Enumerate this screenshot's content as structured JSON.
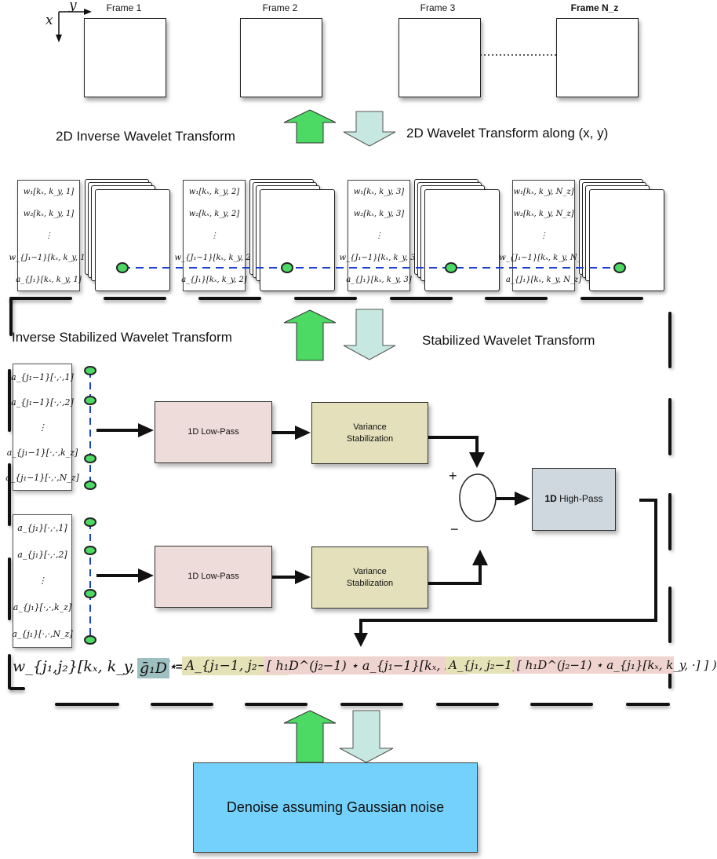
{
  "axes": {
    "x_label": "x",
    "y_label": "y"
  },
  "frames": [
    {
      "title": "Frame 1"
    },
    {
      "title": "Frame 2"
    },
    {
      "title": "Frame 3"
    },
    {
      "title": "Frame N_z"
    }
  ],
  "top_transforms": {
    "inverse_label": "2D Inverse Wavelet Transform",
    "forward_label": "2D Wavelet Transform along (x, y)"
  },
  "coefficient_columns": [
    {
      "rows": [
        "w₁[kₓ, k_y, 1]",
        "w₂[kₓ, k_y, 1]",
        "⋮",
        "w_{J₁−1}[kₓ, k_y, 1]",
        "a_{J₁}[kₓ, k_y, 1]"
      ]
    },
    {
      "rows": [
        "w₁[kₓ, k_y, 2]",
        "w₂[kₓ, k_y, 2]",
        "⋮",
        "w_{J₁−1}[kₓ, k_y, 2]",
        "a_{J₁}[kₓ, k_y, 2]"
      ]
    },
    {
      "rows": [
        "w₁[kₓ, k_y, 3]",
        "w₂[kₓ, k_y, 3]",
        "⋮",
        "w_{J₁−1}[kₓ, k_y, 3]",
        "a_{J₁}[kₓ, k_y, 3]"
      ]
    },
    {
      "rows": [
        "w₁[kₓ, k_y, N_z]",
        "w₂[kₓ, k_y, N_z]",
        "⋮",
        "w_{J₁−1}[kₓ, k_y, N_z]",
        "a_{J₁}[kₓ, k_y, N_z]"
      ]
    }
  ],
  "middle_transforms": {
    "inverse_label": "Inverse Stabilized Wavelet Transform",
    "forward_label": "Stabilized Wavelet Transform"
  },
  "column_upper": {
    "rows": [
      "a_{j₁−1}[·,·,1]",
      "a_{j₁−1}[·,·,2]",
      "⋮",
      "a_{j₁−1}[·,·,k_z]",
      "a_{j₁−1}[·,·,N_z]"
    ]
  },
  "column_lower": {
    "rows": [
      "a_{j₁}[·,·,1]",
      "a_{j₁}[·,·,2]",
      "⋮",
      "a_{j₁}[·,·,k_z]",
      "a_{j₁}[·,·,N_z]"
    ]
  },
  "blocks": {
    "lowpass_upper": "1D Low-Pass",
    "varstab_upper_line1": "Variance",
    "varstab_upper_line2": "Stabilization",
    "lowpass_lower": "1D Low-Pass",
    "varstab_lower_line1": "Variance",
    "varstab_lower_line2": "Stabilization",
    "highpass_bold": "1D",
    "highpass_rest": " High-Pass",
    "plus_sign": "+",
    "minus_sign": "−"
  },
  "equation": {
    "lhs": "w_{j₁,j₂}[kₓ, k_y, k_z] =",
    "g_term": "ḡ₁D",
    "star1": "⋆ (",
    "A_term1": "A_{j₁−1, j₂−1}",
    "bracket_term1": "[ h₁D^(j₂−1) ⋆ a_{j₁−1}[kₓ, k_y, ·] ]",
    "minus": "−",
    "A_term2": "A_{j₁, j₂−1}",
    "bracket_term2": "[ h₁D^(j₂−1) ⋆ a_{j₁}[kₓ, k_y, ·] ] )"
  },
  "denoise": {
    "label": "Denoise assuming Gaussian noise"
  },
  "colors": {
    "up_arrow": "#4cd964",
    "down_arrow": "#c7e8e0",
    "lowpass": "#eddcd9",
    "variance": "#e3e0bb",
    "highpass": "#cfd8de",
    "denoise": "#74d1fb",
    "dashed_link": "#1a3fcf",
    "dot_fill": "#4cd964"
  }
}
